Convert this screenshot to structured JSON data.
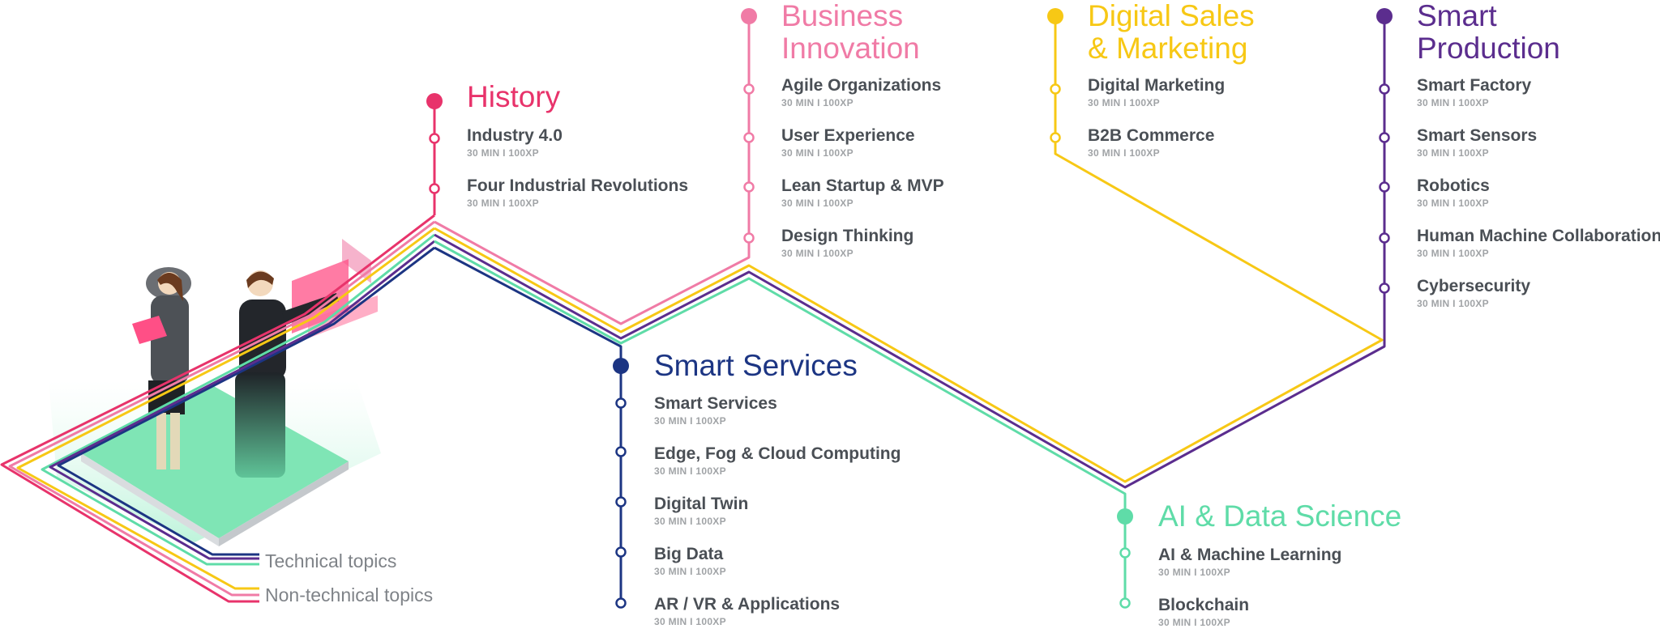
{
  "colors": {
    "history": "#e8336b",
    "business_innovation": "#f07ba6",
    "digital_sales": "#f7c815",
    "smart_production": "#5b2d8e",
    "smart_services": "#1c3583",
    "ai_data": "#5fdca8",
    "text_dark": "#4a4f55",
    "text_meta": "#a0a3a6"
  },
  "icons": {
    "illustration": "two-people-presenting-illustration"
  },
  "groups": [
    {
      "key": "history",
      "title": [
        "History"
      ],
      "topics": [
        {
          "name": "Industry 4.0",
          "meta": "30 MIN  I  100XP"
        },
        {
          "name": "Four Industrial Revolutions",
          "meta": "30 MIN  I  100XP"
        }
      ]
    },
    {
      "key": "business_innovation",
      "title": [
        "Business",
        "Innovation"
      ],
      "topics": [
        {
          "name": "Agile Organizations",
          "meta": "30 MIN  I  100XP"
        },
        {
          "name": "User Experience",
          "meta": "30 MIN  I  100XP"
        },
        {
          "name": "Lean Startup & MVP",
          "meta": "30 MIN  I  100XP"
        },
        {
          "name": "Design Thinking",
          "meta": "30 MIN  I  100XP"
        }
      ]
    },
    {
      "key": "digital_sales",
      "title": [
        "Digital Sales",
        "& Marketing"
      ],
      "topics": [
        {
          "name": "Digital Marketing",
          "meta": "30 MIN  I  100XP"
        },
        {
          "name": "B2B Commerce",
          "meta": "30 MIN  I  100XP"
        }
      ]
    },
    {
      "key": "smart_production",
      "title": [
        "Smart",
        "Production"
      ],
      "topics": [
        {
          "name": "Smart Factory",
          "meta": "30 MIN  I  100XP"
        },
        {
          "name": "Smart Sensors",
          "meta": "30 MIN  I  100XP"
        },
        {
          "name": "Robotics",
          "meta": "30 MIN  I  100XP"
        },
        {
          "name": "Human Machine Collaboration",
          "meta": "30 MIN  I  100XP"
        },
        {
          "name": "Cybersecurity",
          "meta": "30 MIN  I  100XP"
        }
      ]
    },
    {
      "key": "smart_services",
      "title": [
        "Smart Services"
      ],
      "topics": [
        {
          "name": "Smart Services",
          "meta": "30 MIN  I  100XP"
        },
        {
          "name": "Edge, Fog & Cloud Computing",
          "meta": "30 MIN  I  100XP"
        },
        {
          "name": "Digital Twin",
          "meta": "30 MIN  I  100XP"
        },
        {
          "name": "Big Data",
          "meta": "30 MIN  I  100XP"
        },
        {
          "name": "AR / VR & Applications",
          "meta": "30 MIN  I  100XP"
        }
      ]
    },
    {
      "key": "ai_data",
      "title": [
        "AI & Data Science"
      ],
      "topics": [
        {
          "name": "AI & Machine Learning",
          "meta": "30 MIN  I  100XP"
        },
        {
          "name": "Blockchain",
          "meta": "30 MIN  I  100XP"
        }
      ]
    }
  ],
  "legend": {
    "technical": "Technical topics",
    "non_technical": "Non-technical topics"
  }
}
